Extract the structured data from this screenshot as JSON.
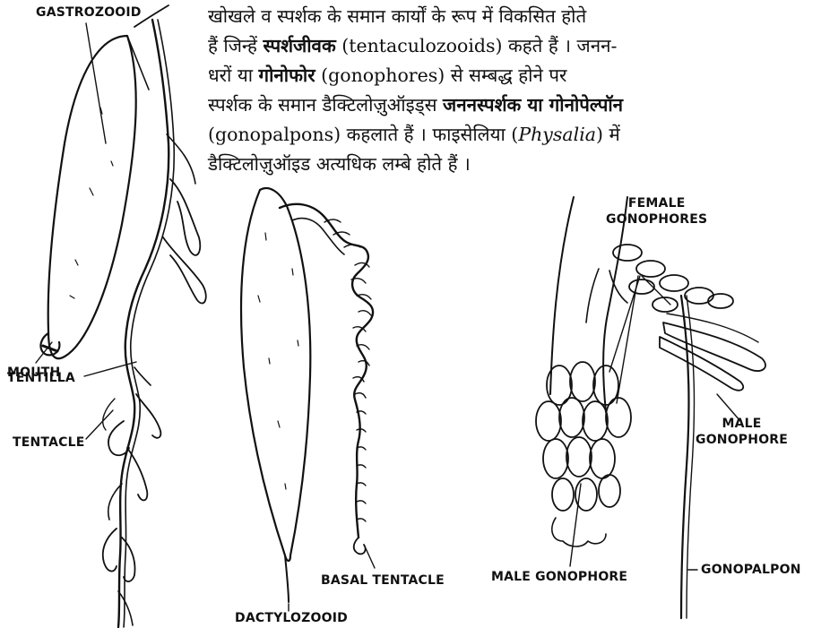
{
  "paragraph": {
    "l1": "खोखले व स्पर्शक के समान कार्यों के रूप में विकसित होते",
    "l2a": "हैं जिन्हें ",
    "l2b": "स्पर्शजीवक",
    "l2c": " (tentaculozooids) कहते हैं । जनन-",
    "l3a": "धरों या ",
    "l3b": "गोनोफोर",
    "l3c": " (gonophores) से सम्बद्ध होने पर",
    "l4a": "स्पर्शक के समान डैक्टिलोज़ुऑइड्स ",
    "l4b": "जननस्पर्शक या गोनोपेल्पॉन",
    "l5a": "(gonopalpons) कहलाते हैं । फाइसेलिया (",
    "l5b": "Physalia",
    "l5c": ") में",
    "l6": "डैक्टिलोज़ुऑइड अत्यधिक लम्बे होते हैं ।"
  },
  "labels": {
    "gastrozooid": "GASTROZOOID",
    "mouth": "MOUTH",
    "tentilla": "TENTILLA",
    "tentacle": "TENTACLE",
    "basal_tentacle": "BASAL TENTACLE",
    "dactylozooid": "DACTYLOZOOID",
    "female_gonophores_1": "FEMALE",
    "female_gonophores_2": "GONOPHORES",
    "male_gonophore_right_1": "MALE",
    "male_gonophore_right_2": "GONOPHORE",
    "male_gonophore_bottom": "MALE GONOPHORE",
    "gonopalpon": "GONOPALPON"
  }
}
